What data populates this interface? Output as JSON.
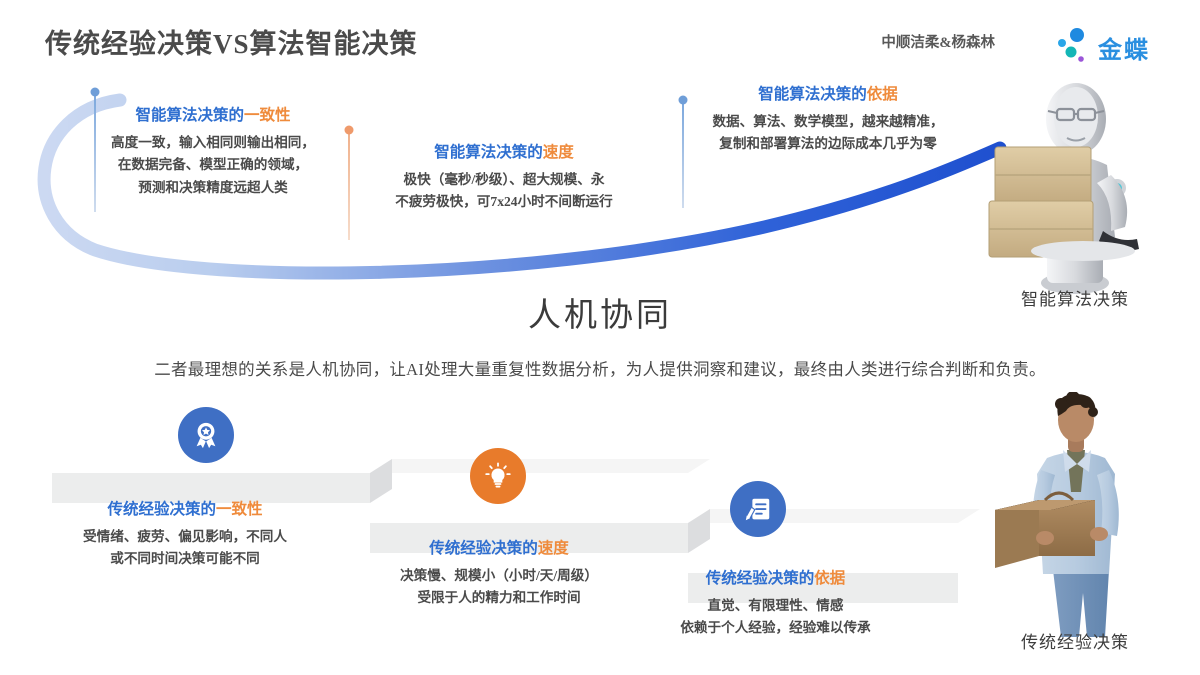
{
  "header": {
    "title": "传统经验决策VS算法智能决策",
    "byline": "中顺洁柔&杨森林",
    "brand_name": "金蝶",
    "brand_color": "#2a8fe0"
  },
  "center": {
    "headline": "人机协同",
    "paragraph": "二者最理想的关系是人机协同，让AI处理大量重复性数据分析，为人提供洞察和建议，最终由人类进行综合判断和负责。"
  },
  "ai_side": {
    "label": "智能算法决策",
    "accent_color": "#2f6fd0",
    "cards": [
      {
        "title_main": "智能算法决策的",
        "title_highlight": "一致性",
        "lines": [
          "高度一致，输入相同则输出相同，",
          "在数据完备、模型正确的领域，",
          "预测和决策精度远超人类"
        ]
      },
      {
        "title_main": "智能算法决策的",
        "title_highlight": "速度",
        "lines": [
          "极快（毫秒/秒级）、超大规模、永",
          "不疲劳极快，可7x24小时不间断运行"
        ]
      },
      {
        "title_main": "智能算法决策的",
        "title_highlight": "依据",
        "lines": [
          "数据、算法、数学模型，越来越精准，",
          "复制和部署算法的边际成本几乎为零"
        ]
      }
    ]
  },
  "traditional_side": {
    "label": "传统经验决策",
    "accent_color": "#2f6fd0",
    "cards": [
      {
        "title_main": "传统经验决策的",
        "title_highlight": "一致性",
        "lines": [
          "受情绪、疲劳、偏见影响，不同人",
          "或不同时间决策可能不同"
        ],
        "icon": "award-ribbon-icon",
        "icon_color": "#3f6fc4"
      },
      {
        "title_main": "传统经验决策的",
        "title_highlight": "速度",
        "lines": [
          "决策慢、规模小（小时/天/周级）",
          "受限于人的精力和工作时间"
        ],
        "icon": "lightbulb-icon",
        "icon_color": "#e87b2b"
      },
      {
        "title_main": "传统经验决策的",
        "title_highlight": "依据",
        "lines": [
          "直觉、有限理性、情感",
          "依赖于个人经验，经验难以传承"
        ],
        "icon": "note-pencil-icon",
        "icon_color": "#3f6fc4"
      }
    ]
  },
  "colors": {
    "title_blue": "#2f6fd0",
    "highlight_orange": "#ef8b3c",
    "curve_blue": "#2f62d8",
    "stair_grey": "#e9e9e9"
  }
}
